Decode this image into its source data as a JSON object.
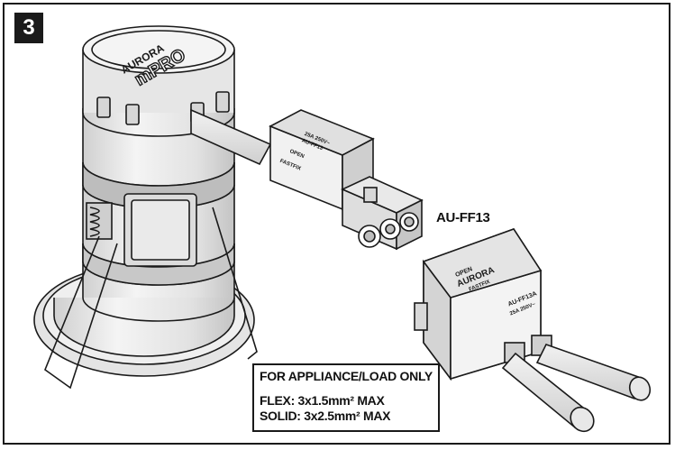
{
  "step_number": "3",
  "model_label": "AU-FF13",
  "spec": {
    "title": "FOR APPLIANCE/LOAD ONLY",
    "flex": "FLEX: 3x1.5mm² MAX",
    "solid": "SOLID: 3x2.5mm² MAX"
  },
  "downlight": {
    "brand": "AURORA",
    "product": "mPRO"
  },
  "connector_top": {
    "brand": "FASTFIX",
    "open_label": "OPEN",
    "model": "AU-FF13",
    "rating": "25A 250V~"
  },
  "connector_bottom": {
    "brand": "AURORA",
    "sub_brand": "FASTFIX",
    "open_label": "OPEN",
    "model": "AU-FF13A",
    "rating": "25A 250V~"
  },
  "colors": {
    "line": "#1a1a1a",
    "body_fill": "#ececec",
    "shade_fill": "#d2d2d2",
    "dark_fill": "#b8b8b8"
  }
}
